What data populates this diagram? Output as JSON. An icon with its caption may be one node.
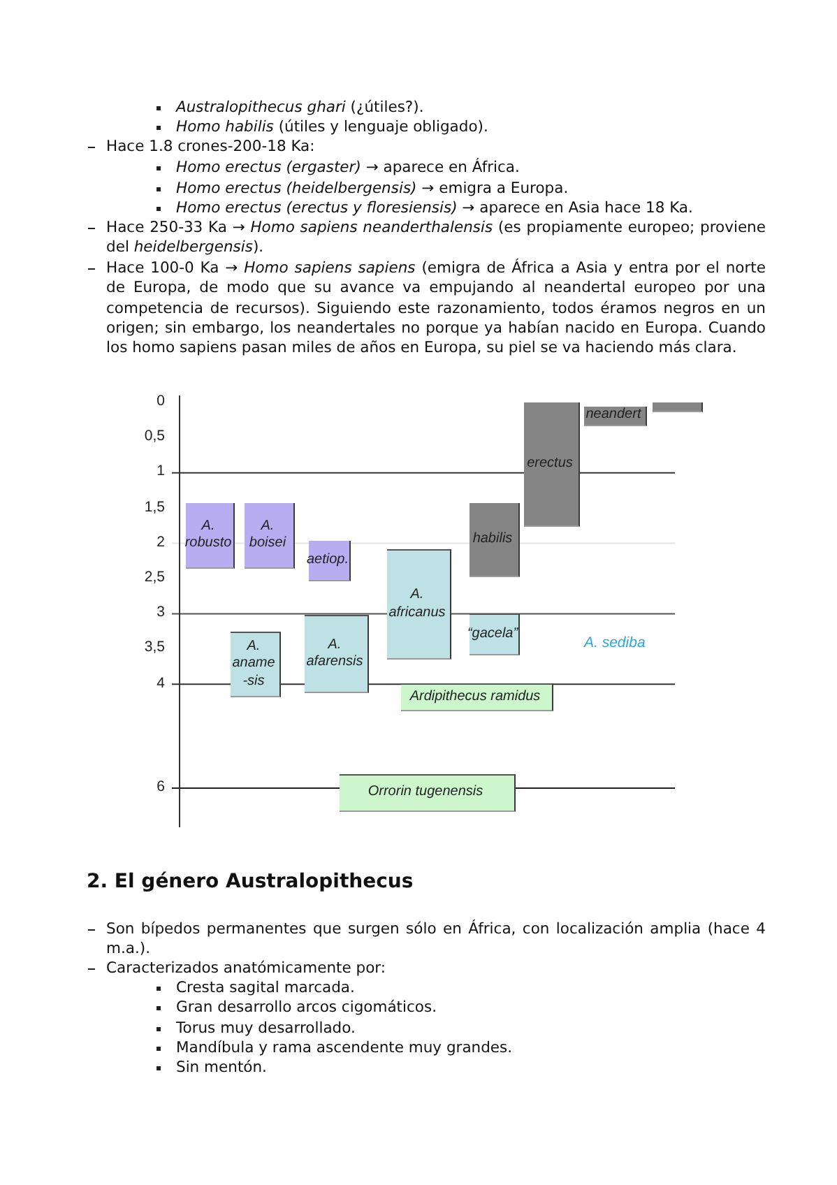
{
  "diagram": {
    "nodes": [
      {
        "text": [
          "erectus"
        ]
      },
      {
        "text": [
          "neandert"
        ]
      },
      {
        "text": [],
        "shape": "box"
      },
      {
        "text": [
          "A. robusto"
        ]
      },
      {
        "text": [
          "A. boisei"
        ]
      },
      {
        "text": [
          "habilis"
        ]
      },
      {
        "text": [
          "aetiop."
        ]
      },
      {
        "text": [
          "A. africanus"
        ]
      },
      {
        "text": [
          "A. aname -sis"
        ]
      },
      {
        "text": [
          "A. afarensis"
        ]
      },
      {
        "text": [
          "“gacela”"
        ]
      },
      {
        "text": [
          "Ardipithecus ramidus"
        ]
      },
      {
        "text": [
          "Orrorin tugenensis"
        ]
      }
    ],
    "edges": [],
    "labels": [
      "*Australopithecus ghari* (¿útiles?).",
      "*Homo habilis* (útiles y lenguaje obligado).",
      "Hace 1.8 crones-200-18 Ka:",
      "*Homo erectus (ergaster)* → aparece en África.",
      "*Homo erectus (heidelbergensis)* → emigra a Europa.",
      "*Homo erectus (erectus y floresiensis)* → aparece en Asia hace 18 Ka.",
      "Hace 250-33 Ka → *Homo sapiens neanderthalensis* (es propiamente europeo; proviene del *heidelbergensis*).",
      "Hace 100-0 Ka → *Homo sapiens sapiens* (emigra de África a Asia y entra por el norte de Europa, de modo que su avance va empujando al neandertal europeo por una competencia de recursos). Siguiendo este razonamiento, todos éramos negros en un origen; sin embargo, los neandertales no porque ya habían nacido en Europa. Cuando los homo sapiens pasan miles de años en Europa, su piel se va haciendo más clara.",
      "0",
      "0,5",
      "1",
      "1,5",
      "2",
      "2,5",
      "3",
      "3,5",
      "4",
      "6",
      "A. sediba",
      "2. El género Australopithecus",
      "Son bípedos permanentes que surgen sólo en África, con localización amplia (hace 4 m.a.).",
      "Caracterizados anatómicamente por:",
      "Cresta sagital marcada.",
      "Gran desarrollo arcos cigomáticos.",
      "Torus muy desarrollado.",
      "Mandíbula y rama ascendente muy grandes.",
      "Sin mentón."
    ]
  }
}
